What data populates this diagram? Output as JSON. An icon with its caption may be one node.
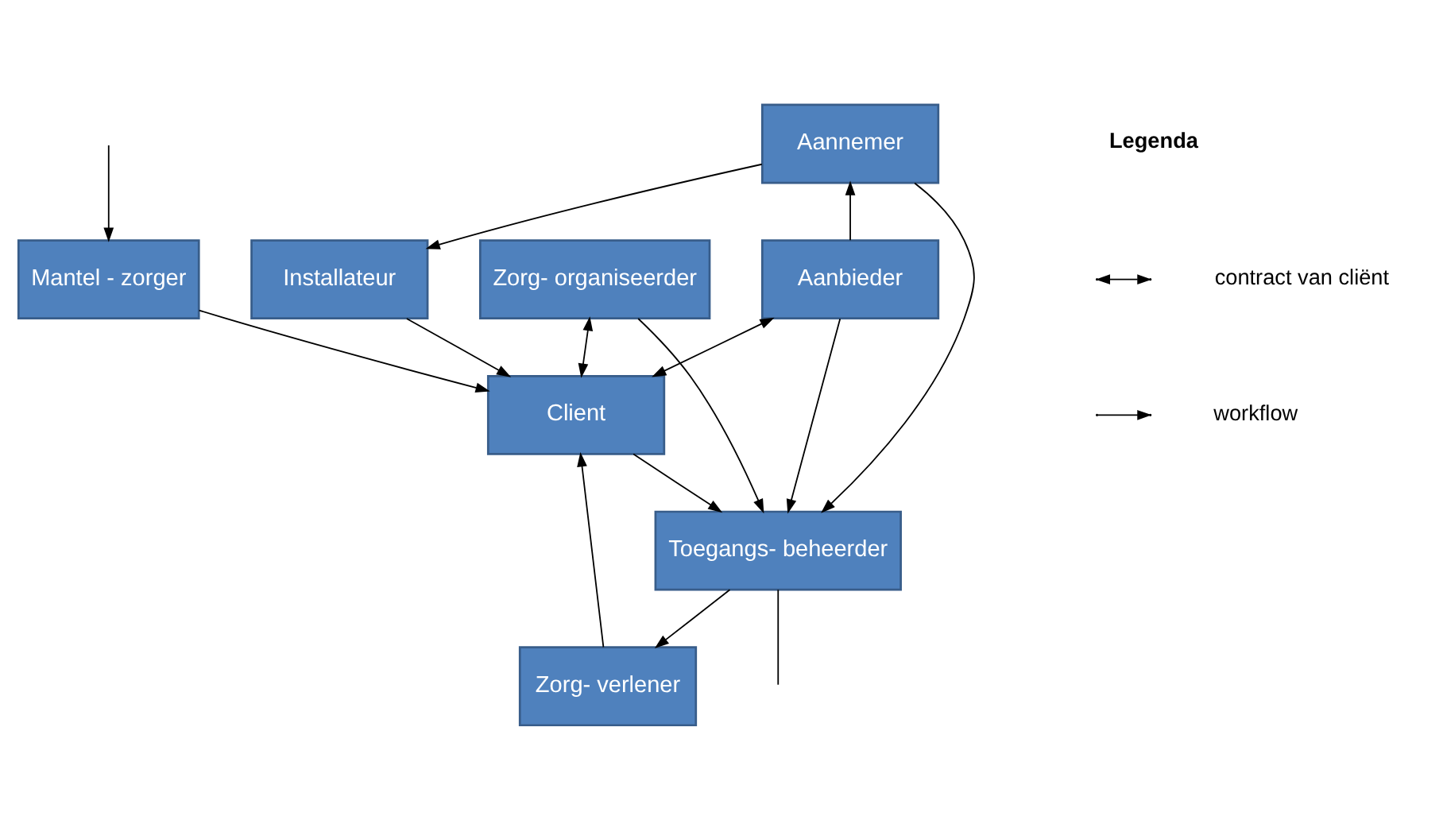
{
  "diagram": {
    "nodes": [
      {
        "text": [
          "Aannemer"
        ]
      },
      {
        "text": [
          "Aanbieder"
        ]
      },
      {
        "text": [
          "Zorg- organiseerder"
        ]
      },
      {
        "text": [
          "Installateur"
        ]
      },
      {
        "text": [
          "Toegangs- beheerder"
        ]
      },
      {
        "text": [
          "Client"
        ]
      },
      {
        "text": [
          "Mantel - zorger"
        ]
      },
      {
        "text": [
          "Zorg- verlener"
        ]
      }
    ],
    "edges": [
      {
        "from": 1,
        "to": 0,
        "arrow": "to"
      },
      {
        "from": 0,
        "to": 3,
        "arrow": "to"
      },
      {
        "from": 0,
        "to": 4,
        "arrow": "to"
      },
      {
        "from": 1,
        "to": 4,
        "arrow": "to"
      },
      {
        "from": 2,
        "to": 4,
        "arrow": "to"
      },
      {
        "from": 1,
        "to": 5,
        "arrow": "both"
      },
      {
        "from": 2,
        "to": 5,
        "arrow": "both"
      },
      {
        "from": 3,
        "to": 5,
        "arrow": "to"
      },
      {
        "from": 5,
        "to": 4,
        "arrow": "to"
      },
      {
        "from": 4,
        "to": 7,
        "arrow": "to"
      },
      {
        "from": 7,
        "to": 5,
        "arrow": "to"
      },
      {
        "from": 6,
        "to": 5,
        "arrow": "to"
      },
      {
        "from": 4,
        "to": null,
        "arrow": "none"
      },
      {
        "from": null,
        "to": 6,
        "arrow": "to"
      }
    ],
    "labels": [
      "Legenda"
    ],
    "legend": [
      {
        "text": "contract van cliënt"
      },
      {
        "text": "workflow"
      }
    ]
  }
}
